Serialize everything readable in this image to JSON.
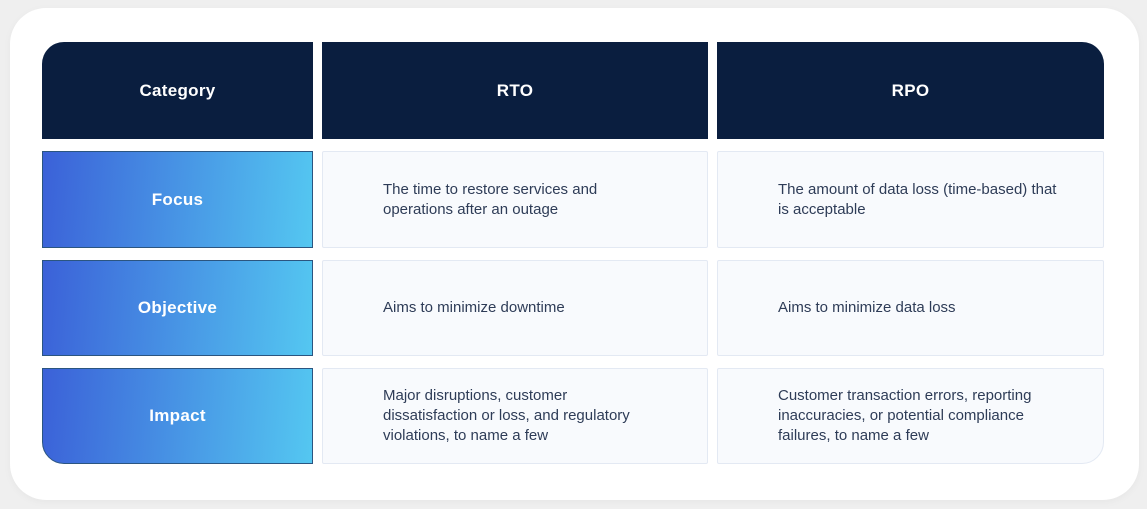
{
  "page": {
    "background_color": "#efefef",
    "card_color": "#ffffff"
  },
  "table": {
    "header": {
      "category": "Category",
      "rto": "RTO",
      "rpo": "RPO"
    },
    "rows": [
      {
        "category": "Focus",
        "rto": "The time to restore services and operations after an outage",
        "rpo": "The amount of data loss (time-based) that is acceptable"
      },
      {
        "category": "Objective",
        "rto": "Aims to minimize downtime",
        "rpo": "Aims to minimize data loss"
      },
      {
        "category": "Impact",
        "rto": "Major disruptions, customer dissatisfaction or loss, and regulatory violations, to name a few",
        "rpo": "Customer transaction errors, reporting inaccuracies, or potential compliance failures, to name a few"
      }
    ],
    "colors": {
      "header_background": "#0a1e3f",
      "header_text": "#ffffff",
      "category_gradient_start": "#3b61d8",
      "category_gradient_end": "#54c7f1",
      "category_border": "#2b5580",
      "category_text": "#ffffff",
      "cell_background": "#f8fafd",
      "cell_border": "#e3e9f3",
      "cell_text": "#2e3c57"
    }
  }
}
